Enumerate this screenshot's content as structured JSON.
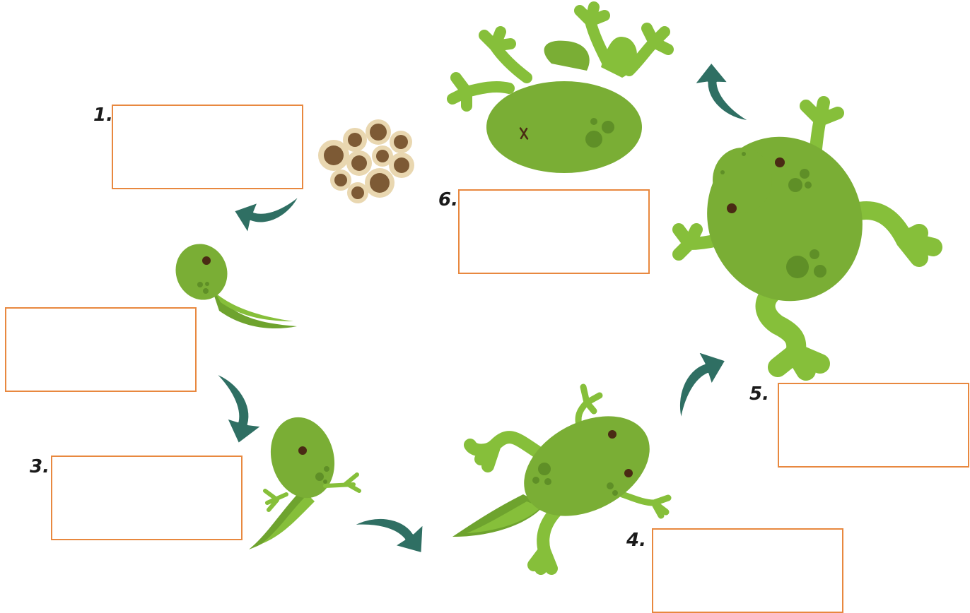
{
  "diagram": {
    "colors": {
      "box_border": "#e8883f",
      "arrow_fill": "#2f6f63",
      "frog_dark": "#7aae35",
      "frog_light": "#86bf3a",
      "spot": "#5f8f27",
      "eye": "#4a2a14",
      "egg_outer": "#e9d7b0",
      "egg_inner": "#7d5a35"
    },
    "stages": [
      {
        "number": "1.",
        "answer": ""
      },
      {
        "number": "",
        "answer": ""
      },
      {
        "number": "3.",
        "answer": ""
      },
      {
        "number": "4.",
        "answer": ""
      },
      {
        "number": "5.",
        "answer": ""
      },
      {
        "number": "6.",
        "answer": ""
      }
    ]
  }
}
